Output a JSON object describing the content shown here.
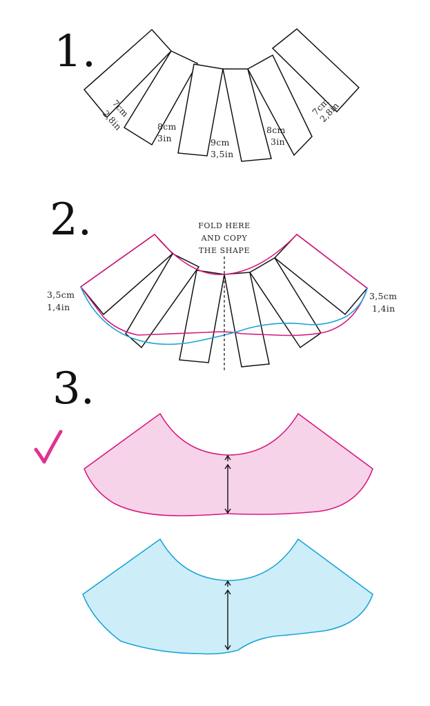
{
  "steps": {
    "one": "1.",
    "two": "2.",
    "three": "3."
  },
  "step1_labels": {
    "strip_far_left": [
      "7cm",
      "2,8in"
    ],
    "strip_left": [
      "8cm",
      "3in"
    ],
    "strip_center": [
      "9cm",
      "3,5in"
    ],
    "strip_right": [
      "8cm",
      "3in"
    ],
    "strip_far_right": [
      "7cm",
      "2,8in"
    ]
  },
  "step2_labels": {
    "fold_note": [
      "FOLD HERE",
      "AND COPY",
      "THE SHAPE"
    ],
    "left_edge": [
      "3,5cm",
      "1,4in"
    ],
    "right_edge": [
      "3,5cm",
      "1,4in"
    ]
  },
  "colors": {
    "pink": "#d6187f",
    "pink_fill": "#f7d3ea",
    "blue": "#1aa3d6",
    "blue_fill": "#cdeef8",
    "checkmark": "#e0338e",
    "outline": "#111111"
  },
  "icons": {
    "approval_mark": "checkmark-icon"
  }
}
